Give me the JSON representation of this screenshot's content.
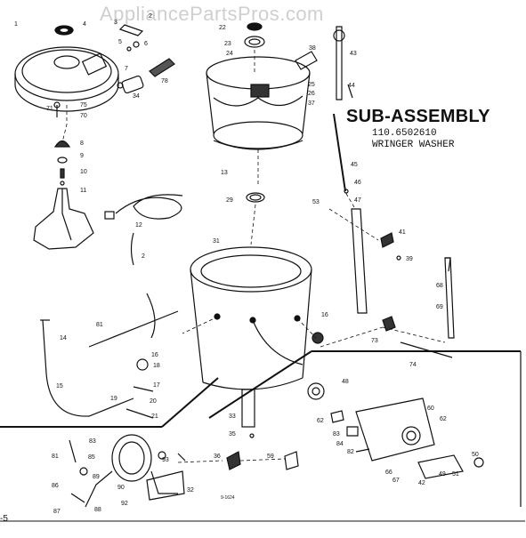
{
  "watermark": "AppliancePartsPros.com",
  "title": {
    "line1": "SUB-ASSEMBLY",
    "line2": "110.6502610",
    "line3": "WRINGER WASHER"
  },
  "page_number": "-5",
  "small_code": "9-1624",
  "callouts": [
    "1",
    "4",
    "3",
    "2",
    "5",
    "6",
    "7",
    "34",
    "78",
    "71",
    "75",
    "70",
    "8",
    "9",
    "10",
    "11",
    "22",
    "23",
    "24",
    "38",
    "43",
    "25",
    "26",
    "44",
    "37",
    "13",
    "45",
    "46",
    "12",
    "2",
    "29",
    "53",
    "47",
    "41",
    "39",
    "31",
    "68",
    "69",
    "81",
    "14",
    "16",
    "16",
    "17",
    "18",
    "19",
    "20",
    "21",
    "15",
    "73",
    "74",
    "48",
    "62",
    "83",
    "84",
    "82",
    "81",
    "83",
    "85",
    "86",
    "87",
    "88",
    "89",
    "90",
    "92",
    "93",
    "32",
    "33",
    "35",
    "36",
    "59",
    "60",
    "62",
    "66",
    "67",
    "49",
    "42",
    "50",
    "51"
  ]
}
